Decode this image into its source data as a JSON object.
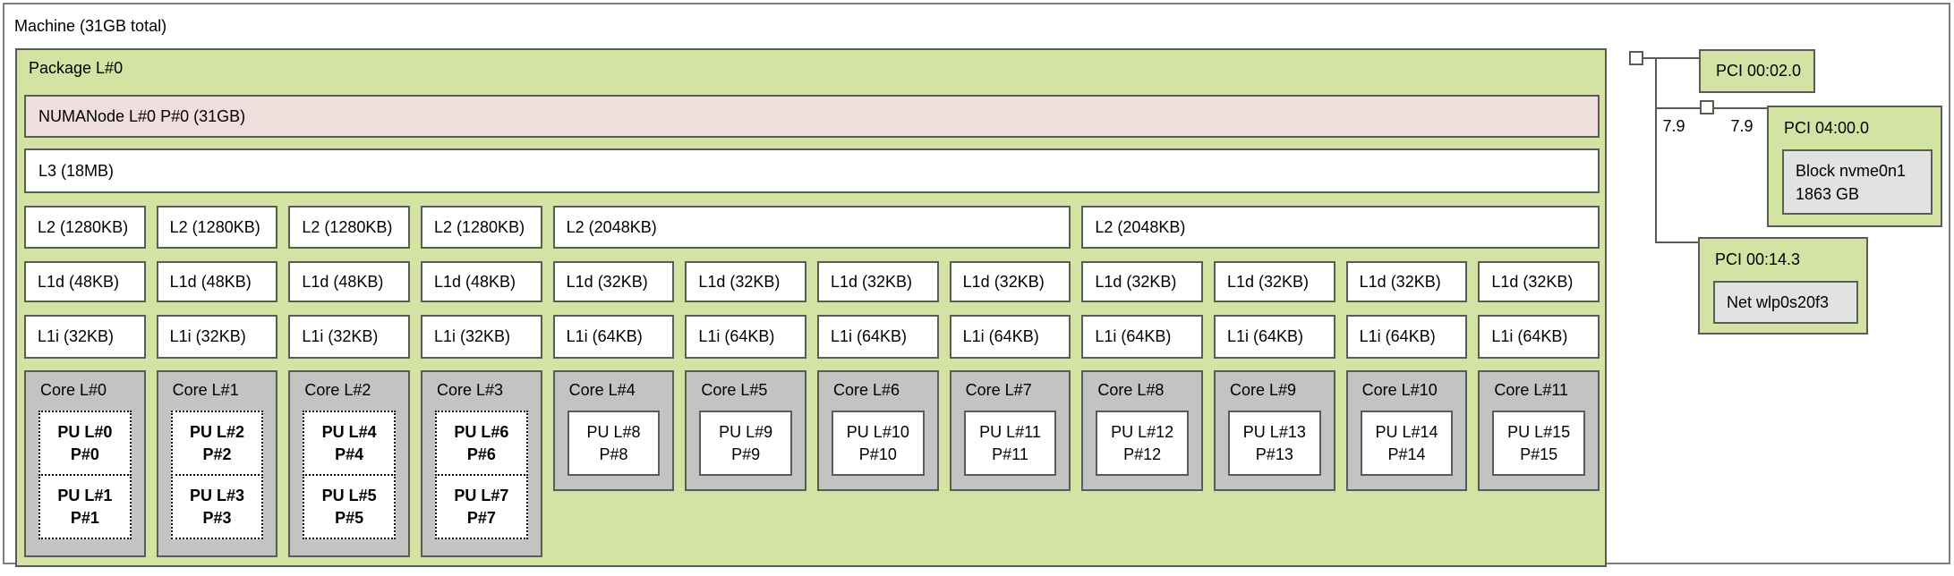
{
  "machine": {
    "label": "Machine (31GB total)"
  },
  "package": {
    "label": "Package L#0",
    "numanode_label": "NUMANode L#0 P#0 (31GB)",
    "l3_label": "L3 (18MB)",
    "l2_caches": [
      "L2 (1280KB)",
      "L2 (1280KB)",
      "L2 (1280KB)",
      "L2 (1280KB)",
      "L2 (2048KB)",
      "L2 (2048KB)"
    ],
    "l1d_caches": [
      "L1d (48KB)",
      "L1d (48KB)",
      "L1d (48KB)",
      "L1d (48KB)",
      "L1d (32KB)",
      "L1d (32KB)",
      "L1d (32KB)",
      "L1d (32KB)",
      "L1d (32KB)",
      "L1d (32KB)",
      "L1d (32KB)",
      "L1d (32KB)"
    ],
    "l1i_caches": [
      "L1i (32KB)",
      "L1i (32KB)",
      "L1i (32KB)",
      "L1i (32KB)",
      "L1i (64KB)",
      "L1i (64KB)",
      "L1i (64KB)",
      "L1i (64KB)",
      "L1i (64KB)",
      "L1i (64KB)",
      "L1i (64KB)",
      "L1i (64KB)"
    ],
    "cores": [
      {
        "label": "Core L#0",
        "pus": [
          [
            "PU L#0",
            "P#0"
          ],
          [
            "PU L#1",
            "P#1"
          ]
        ]
      },
      {
        "label": "Core L#1",
        "pus": [
          [
            "PU L#2",
            "P#2"
          ],
          [
            "PU L#3",
            "P#3"
          ]
        ]
      },
      {
        "label": "Core L#2",
        "pus": [
          [
            "PU L#4",
            "P#4"
          ],
          [
            "PU L#5",
            "P#5"
          ]
        ]
      },
      {
        "label": "Core L#3",
        "pus": [
          [
            "PU L#6",
            "P#6"
          ],
          [
            "PU L#7",
            "P#7"
          ]
        ]
      },
      {
        "label": "Core L#4",
        "pus": [
          [
            "PU L#8",
            "P#8"
          ]
        ]
      },
      {
        "label": "Core L#5",
        "pus": [
          [
            "PU L#9",
            "P#9"
          ]
        ]
      },
      {
        "label": "Core L#6",
        "pus": [
          [
            "PU L#10",
            "P#10"
          ]
        ]
      },
      {
        "label": "Core L#7",
        "pus": [
          [
            "PU L#11",
            "P#11"
          ]
        ]
      },
      {
        "label": "Core L#8",
        "pus": [
          [
            "PU L#12",
            "P#12"
          ]
        ]
      },
      {
        "label": "Core L#9",
        "pus": [
          [
            "PU L#13",
            "P#13"
          ]
        ]
      },
      {
        "label": "Core L#10",
        "pus": [
          [
            "PU L#14",
            "P#14"
          ]
        ]
      },
      {
        "label": "Core L#11",
        "pus": [
          [
            "PU L#15",
            "P#15"
          ]
        ]
      }
    ]
  },
  "pci": {
    "link_speed_left": "7.9",
    "link_speed_right": "7.9",
    "devices": {
      "gpu": {
        "label": "PCI 00:02.0"
      },
      "nvme": {
        "label": "PCI 04:00.0",
        "block_line1": "Block nvme0n1",
        "block_line2": "1863 GB"
      },
      "wifi": {
        "label": "PCI 00:14.3",
        "net_line1": "Net wlp0s20f3"
      }
    }
  },
  "colors": {
    "package_green": "#d3e3a3",
    "numa_pink": "#eedfdd",
    "core_gray": "#c3c3c3",
    "device_gray": "#e2e2e2"
  }
}
